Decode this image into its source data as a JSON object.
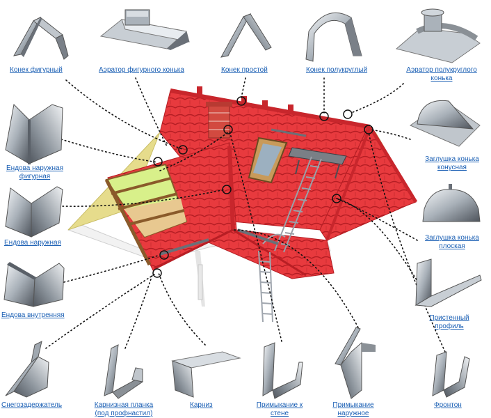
{
  "labels": {
    "konek_figurny": "Конек фигурный",
    "aerator_figurnogo": "Аэратор фигурного конька",
    "konek_prostoy": "Конек простой",
    "konek_polukrugly": "Конек полукруглый",
    "aerator_polukruglogo_1": "Аэратор полукруглого",
    "aerator_polukruglogo_2": "конька",
    "zaglushka_konus_1": "Заглушка конька",
    "zaglushka_konus_2": "конусная",
    "endova_nar_fig_1": "Ендова наружная",
    "endova_nar_fig_2": "фигурная",
    "endova_naruzhnaya": "Ендова наружная",
    "zaglushka_plosk_1": "Заглушка конька",
    "zaglushka_plosk_2": "плоская",
    "endova_vnutr": "Ендова внутренняя",
    "pristenny_1": "Пристенный",
    "pristenny_2": "профиль",
    "snegozaderzhatel": "Снегозадержатель",
    "karniznaya_1": "Карнизная планка",
    "karniznaya_2": "(под профнастил)",
    "karniz": "Карниз",
    "primykanie_stene_1": "Примыкание к",
    "primykanie_stene_2": "стене",
    "primykanie_nar_1": "Примыкание",
    "primykanie_nar_2": "наружное",
    "fronton": "Фронтон"
  },
  "colors": {
    "link": "#1a5fb4",
    "roof": "#e8383c",
    "roof_dark": "#b81e24",
    "gable": "#e6dc8c",
    "metal_light": "#e8ecf0",
    "metal_dark": "#5a6068"
  }
}
